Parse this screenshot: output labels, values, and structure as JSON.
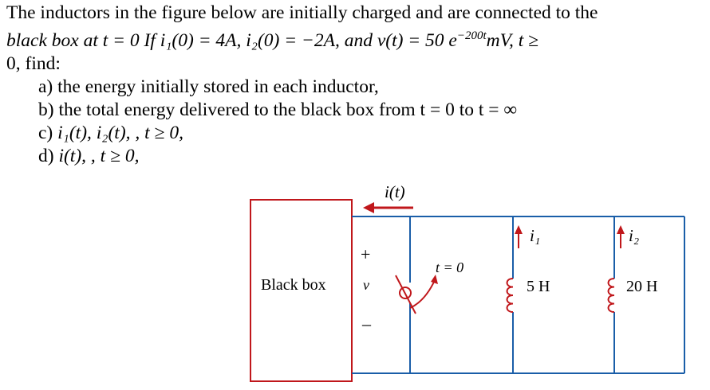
{
  "problem": {
    "intro_1": "The inductors in the figure below are initially charged and are connected to the",
    "intro_2": "black box at t = 0 If i₁(0) = 4A, i₂(0) = −2A, and v(t) = 50 e",
    "exponent": "−200t",
    "intro_2_tail": "mV, t ≥",
    "intro_3": "0, find:",
    "parts": [
      {
        "label": "a)",
        "text": "the energy initially stored in each inductor,"
      },
      {
        "label": "b)",
        "text": "the total energy delivered to the black box from t = 0 to t = ∞"
      },
      {
        "label": "c)",
        "text": "i₁(t), i₂(t), , t ≥ 0,"
      },
      {
        "label": "d)",
        "text": "i(t), , t ≥ 0,"
      }
    ]
  },
  "figure": {
    "current_label": "i(t)",
    "black_box_label": "Black box",
    "plus": "+",
    "voltage": "v",
    "minus": "–",
    "switch_label": "t = 0",
    "i1_label": "i₁",
    "i2_label": "i₂",
    "l1_value": "5 H",
    "l2_value": "20 H",
    "colors": {
      "wire": "#1a5ea8",
      "box": "#c0171b",
      "arrow": "#c0171b",
      "switch": "#c0171b"
    }
  }
}
